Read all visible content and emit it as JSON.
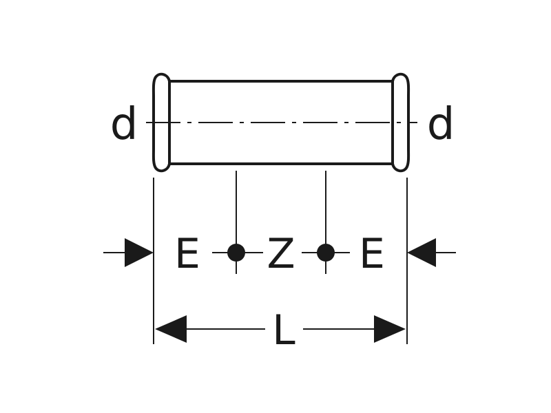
{
  "labels": {
    "d_left": "d",
    "d_right": "d",
    "e_left": "E",
    "z": "Z",
    "e_right": "E",
    "l": "L"
  },
  "colors": {
    "line": "#1a1a1a",
    "background": "#ffffff"
  }
}
